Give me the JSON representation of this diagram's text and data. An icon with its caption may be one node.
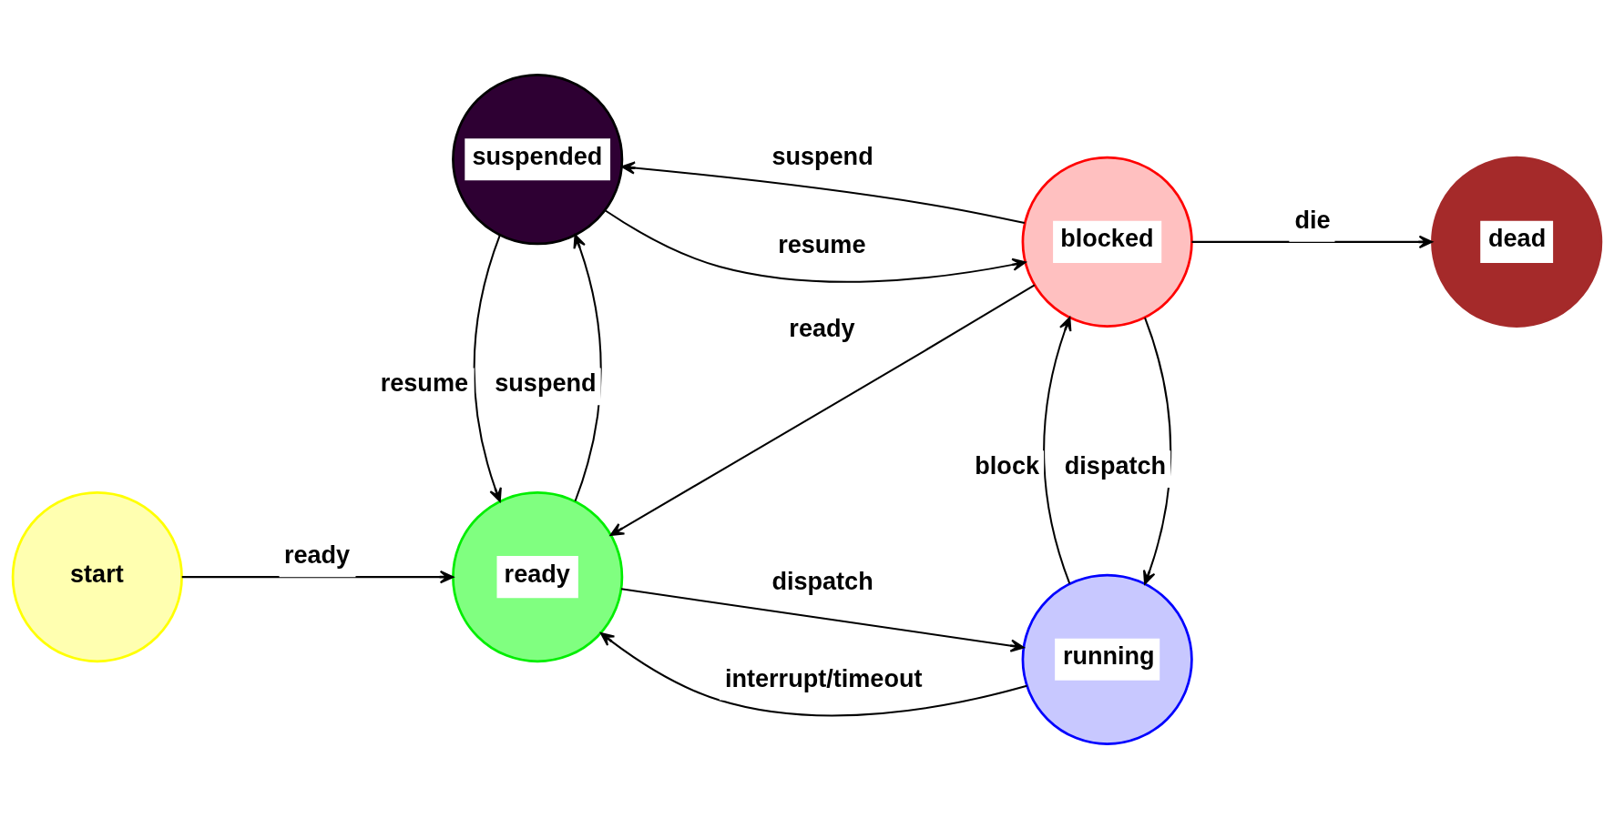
{
  "diagram": {
    "nodes": [
      {
        "text": [
          "start"
        ]
      },
      {
        "text": [
          "ready"
        ]
      },
      {
        "text": [
          "running"
        ]
      },
      {
        "text": [
          "dead"
        ]
      },
      {
        "text": [
          "suspended"
        ]
      },
      {
        "text": [
          "blocked"
        ]
      }
    ],
    "edges": [
      {
        "from": 0,
        "to": 1,
        "arrow": "to",
        "label": "ready"
      },
      {
        "from": 1,
        "to": 2,
        "arrow": "to",
        "label": "dispatch"
      },
      {
        "from": 2,
        "to": 1,
        "arrow": "to",
        "label": "interrupt/timeout"
      },
      {
        "from": 1,
        "to": 4,
        "arrow": "to",
        "label": "suspend"
      },
      {
        "from": 4,
        "to": 1,
        "arrow": "to",
        "label": "resume"
      },
      {
        "from": 5,
        "to": 2,
        "arrow": "to",
        "label": "dispatch"
      },
      {
        "from": 5,
        "to": 1,
        "arrow": "to",
        "label": "ready"
      },
      {
        "from": 2,
        "to": 5,
        "arrow": "to",
        "label": "block"
      },
      {
        "from": 5,
        "to": 3,
        "arrow": "to",
        "label": "die"
      },
      {
        "from": 5,
        "to": 4,
        "arrow": "to",
        "label": "suspend"
      },
      {
        "from": 4,
        "to": 5,
        "arrow": "to",
        "label": "resume"
      }
    ]
  }
}
